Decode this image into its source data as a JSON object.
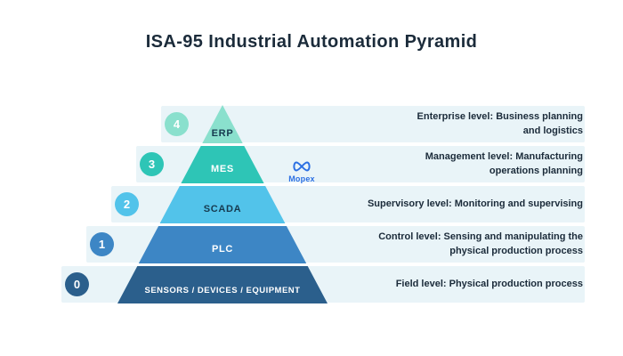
{
  "title": "ISA-95 Industrial Automation Pyramid",
  "palette": {
    "band": "#E9F4F8"
  },
  "brand": {
    "name": "Mopex",
    "color": "#2B6FE3"
  },
  "levels": [
    {
      "number": "4",
      "label": "ERP",
      "color": "#8AE0CD",
      "label_color": "#163A4F",
      "desc_line1": "Enterprise level: Business planning",
      "desc_line2": "and logistics"
    },
    {
      "number": "3",
      "label": "MES",
      "color": "#2EC5B6",
      "label_color": "#FFFFFF",
      "desc_line1": "Management level: Manufacturing",
      "desc_line2": "operations planning"
    },
    {
      "number": "2",
      "label": "SCADA",
      "color": "#52C3EA",
      "label_color": "#163A4F",
      "desc_line1": "Supervisory level: Monitoring and supervising",
      "desc_line2": ""
    },
    {
      "number": "1",
      "label": "PLC",
      "color": "#3D86C5",
      "label_color": "#FFFFFF",
      "desc_line1": "Control level: Sensing and manipulating the",
      "desc_line2": "physical production process"
    },
    {
      "number": "0",
      "label": "SENSORS / DEVICES / EQUIPMENT",
      "color": "#2B5F8C",
      "label_color": "#FFFFFF",
      "desc_line1": "Field level: Physical production process",
      "desc_line2": ""
    }
  ]
}
